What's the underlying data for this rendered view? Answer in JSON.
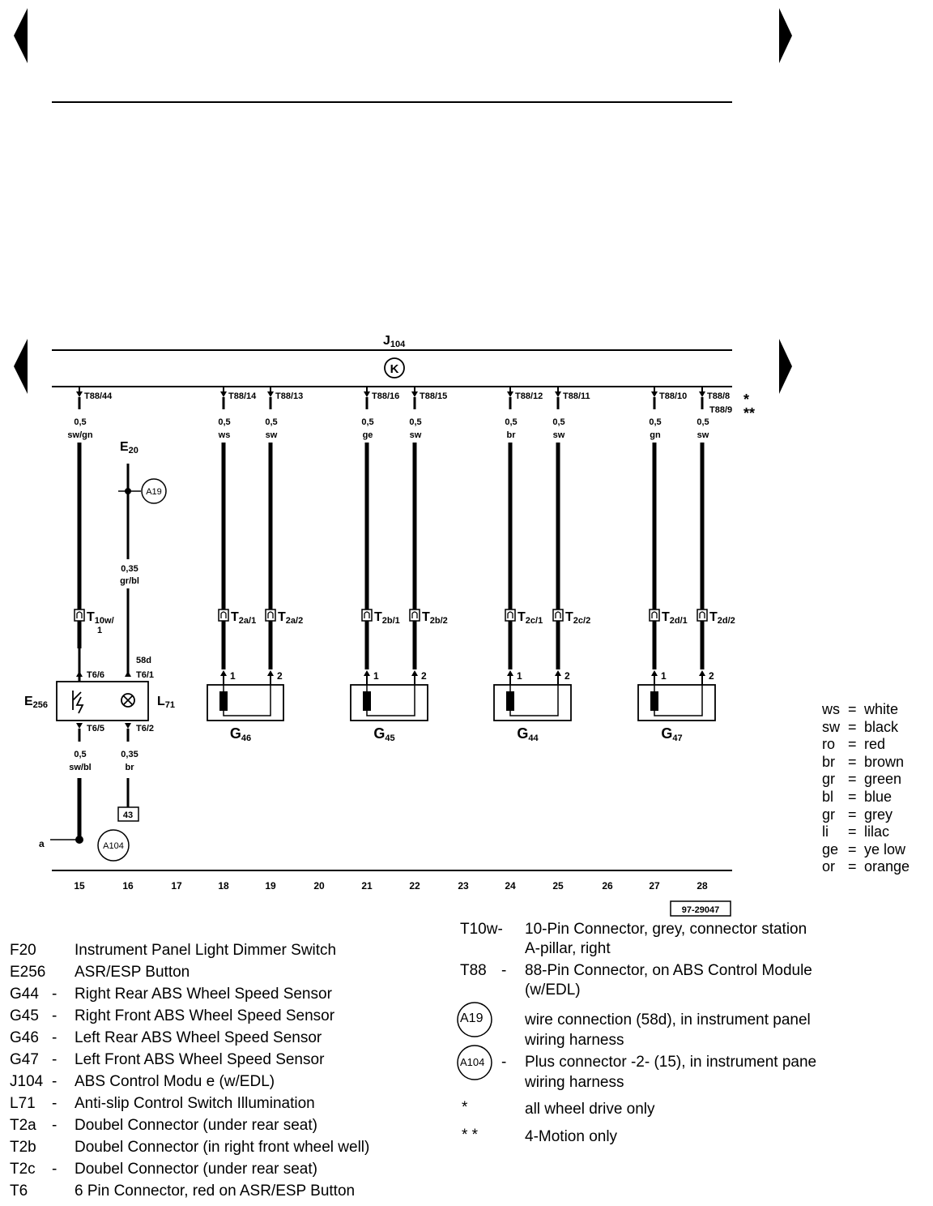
{
  "header": {
    "module_label": "J",
    "module_sub": "104",
    "term_k": "K"
  },
  "connectors_top": [
    {
      "col": 15,
      "pin": "T88/44",
      "gauge": "0,5",
      "color": "sw/gn"
    },
    {
      "col": 18,
      "pin": "T88/14",
      "gauge": "0,5",
      "color": "ws"
    },
    {
      "col": 19,
      "pin": "T88/13",
      "gauge": "0,5",
      "color": "sw"
    },
    {
      "col": 21,
      "pin": "T88/16",
      "gauge": "0,5",
      "color": "ge"
    },
    {
      "col": 22,
      "pin": "T88/15",
      "gauge": "0,5",
      "color": "sw"
    },
    {
      "col": 24,
      "pin": "T88/12",
      "gauge": "0,5",
      "color": "br"
    },
    {
      "col": 25,
      "pin": "T88/11",
      "gauge": "0,5",
      "color": "sw"
    },
    {
      "col": 27,
      "pin": "T88/10",
      "gauge": "0,5",
      "color": "gn"
    },
    {
      "col": 28,
      "pin": "T88/8",
      "gauge": "0,5",
      "color": "sw"
    }
  ],
  "pin_t88_9": "T88/9",
  "star_single": "*",
  "star_double": "**",
  "e20": {
    "label": "E",
    "sub": "20",
    "gauge": "0,35",
    "color": "gr/bl",
    "conn": "A19"
  },
  "t10w": {
    "label": "T",
    "sub": "10w/",
    "sub2": "1"
  },
  "t2_labels": [
    {
      "label": "T",
      "sub": "2a/1"
    },
    {
      "label": "T",
      "sub": "2a/2"
    },
    {
      "label": "T",
      "sub": "2b/1"
    },
    {
      "label": "T",
      "sub": "2b/2"
    },
    {
      "label": "T",
      "sub": "2c/1"
    },
    {
      "label": "T",
      "sub": "2c/2"
    },
    {
      "label": "T",
      "sub": "2d/1"
    },
    {
      "label": "T",
      "sub": "2d/2"
    }
  ],
  "switch_box": {
    "pin_58d": "58d",
    "t6_6": "T6/6",
    "t6_1": "T6/1",
    "t6_5": "T6/5",
    "t6_2": "T6/2",
    "e256": "E",
    "e256_sub": "256",
    "l71": "L",
    "l71_sub": "71"
  },
  "lower_wires": [
    {
      "gauge": "0,5",
      "color": "sw/bl"
    },
    {
      "gauge": "0,35",
      "color": "br"
    }
  ],
  "box_43": "43",
  "point_a": "a",
  "conn_a104": "A104",
  "pins": [
    "1",
    "2"
  ],
  "sensors": [
    {
      "label": "G",
      "sub": "46"
    },
    {
      "label": "G",
      "sub": "45"
    },
    {
      "label": "G",
      "sub": "44"
    },
    {
      "label": "G",
      "sub": "47"
    }
  ],
  "columns": [
    "15",
    "16",
    "17",
    "18",
    "19",
    "20",
    "21",
    "22",
    "23",
    "24",
    "25",
    "26",
    "27",
    "28"
  ],
  "ref_code": "97-29047",
  "color_legend": [
    {
      "code": "ws",
      "name": "white"
    },
    {
      "code": "sw",
      "name": "black"
    },
    {
      "code": "ro",
      "name": "red"
    },
    {
      "code": "br",
      "name": "brown"
    },
    {
      "code": "gr",
      "name": "green"
    },
    {
      "code": "bl",
      "name": "blue"
    },
    {
      "code": "gr",
      "name": "grey"
    },
    {
      "code": "li",
      "name": "lilac"
    },
    {
      "code": "ge",
      "name": "ye low"
    },
    {
      "code": "or",
      "name": "orange"
    }
  ],
  "components_left": [
    {
      "code": "F20",
      "dash": "",
      "desc": "Instrument Panel Light Dimmer Switch"
    },
    {
      "code": "E256",
      "dash": "",
      "desc": "ASR/ESP Button"
    },
    {
      "code": "G44",
      "dash": "-",
      "desc": "Right Rear ABS Wheel Speed Sensor"
    },
    {
      "code": "G45",
      "dash": "-",
      "desc": "Right Front ABS Wheel Speed Sensor"
    },
    {
      "code": "G46",
      "dash": "-",
      "desc": "Left Rear ABS Wheel Speed Sensor"
    },
    {
      "code": "G47",
      "dash": "-",
      "desc": "Left Front ABS Wheel Speed Sensor"
    },
    {
      "code": "J104",
      "dash": "-",
      "desc": "ABS Control Modu e (w/EDL)"
    },
    {
      "code": "L71",
      "dash": "-",
      "desc": "Anti-slip Control Switch Illumination"
    },
    {
      "code": "T2a",
      "dash": "-",
      "desc": "Doubel Connector (under rear seat)"
    },
    {
      "code": "T2b",
      "dash": "",
      "desc": "Doubel Connector (in right front wheel well)"
    },
    {
      "code": "T2c",
      "dash": "-",
      "desc": "Doubel Connector (under rear seat)"
    },
    {
      "code": "T6",
      "dash": "",
      "desc": "6 Pin Connector, red on ASR/ESP Button"
    }
  ],
  "components_right": {
    "t10w_code": "T10w-",
    "t10w_desc1": "10-Pin Connector, grey, connector station",
    "t10w_desc2": "A-pillar, right",
    "t88_code": "T88",
    "t88_dash": "-",
    "t88_desc1": "88-Pin Connector, on ABS Control Module",
    "t88_desc2": "(w/EDL)",
    "a19_code": "A19",
    "a19_desc1": "wire connection (58d), in instrument panel",
    "a19_desc2": "wiring harness",
    "a104_code": "A104",
    "a104_dash": "-",
    "a104_desc1": "Plus connector -2- (15), in instrument pane",
    "a104_desc2": "wiring harness",
    "star1_code": "*",
    "star1_desc": "all wheel drive only",
    "star2_code": "* *",
    "star2_desc": "4-Motion only"
  },
  "nav": {
    "prev": "previous-page",
    "next": "next-page"
  }
}
